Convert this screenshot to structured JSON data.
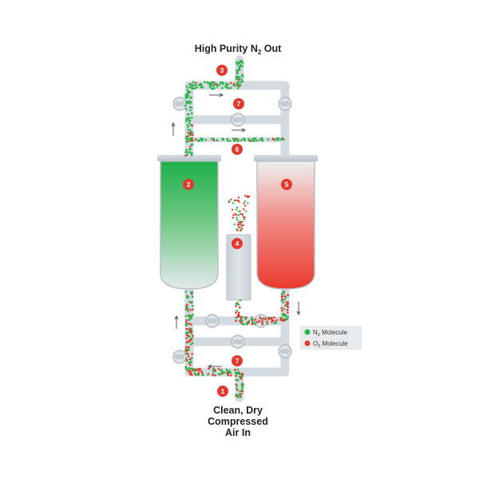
{
  "title_out": {
    "text": "High Purity N",
    "sub": "2",
    "suffix": " Out"
  },
  "title_in": [
    "Clean, Dry",
    "Compressed",
    "Air In"
  ],
  "badges": [
    "1",
    "2",
    "3",
    "4",
    "5",
    "6",
    "7",
    "7"
  ],
  "legend": {
    "n2": {
      "label": "N",
      "sub": "2",
      "suffix": " Molecule",
      "color": "#2db34a"
    },
    "o2": {
      "label": "O",
      "sub": "2",
      "suffix": " Molecule",
      "color": "#e8392f"
    }
  },
  "colors": {
    "pipe": "#d3dbe0",
    "pipe_edge": "#b9c3c9",
    "badge": "#e03a2f",
    "n2": "#2db34a",
    "o2": "#e8392f",
    "vessel_left_top": "#22b24c",
    "vessel_right_bottom": "#ec3a2d",
    "vessel_base": "#e4e9ec"
  },
  "icons": [
    "arrow-right-icon",
    "arrow-up-icon",
    "arrow-down-icon",
    "arrow-left-icon",
    "valve-icon"
  ]
}
